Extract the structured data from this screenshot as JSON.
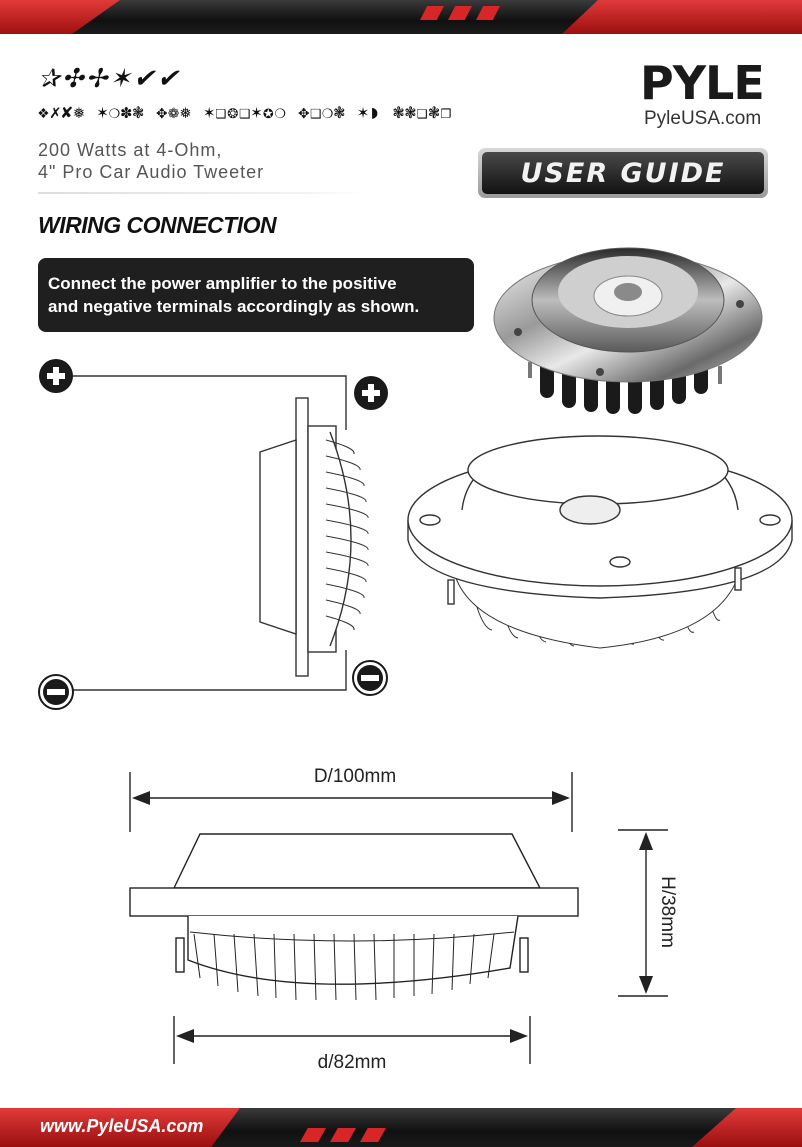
{
  "header": {
    "title_symbols": "✰✣✢✶✔✔",
    "subtitle_symbols": "❖✗✘❅ ✶❍✽❃ ✥❁❅ ✶❏❂❑✶✪❍ ✥❑❍❃ ✶◗ ❃❃❏❃❐",
    "spec_line1": "200 Watts at 4-Ohm,",
    "spec_line2": "4\" Pro Car Audio Tweeter",
    "brand_logo": "PYLE",
    "brand_url": "PyleUSA.com",
    "badge": "USER GUIDE"
  },
  "section": {
    "title": "WIRING CONNECTION",
    "instruction_line1": "Connect the power amplifier to the positive",
    "instruction_line2": "and negative terminals accordingly as shown."
  },
  "dimensions": {
    "outer_diameter": "D/100mm",
    "height": "H/38mm",
    "inner_diameter": "d/82mm"
  },
  "footer": {
    "url": "www.PyleUSA.com"
  },
  "icons": {
    "plus": "plus-circle-icon",
    "minus": "minus-circle-icon"
  },
  "colors": {
    "accent_red": "#d82525",
    "dark": "#1f1f1f"
  }
}
